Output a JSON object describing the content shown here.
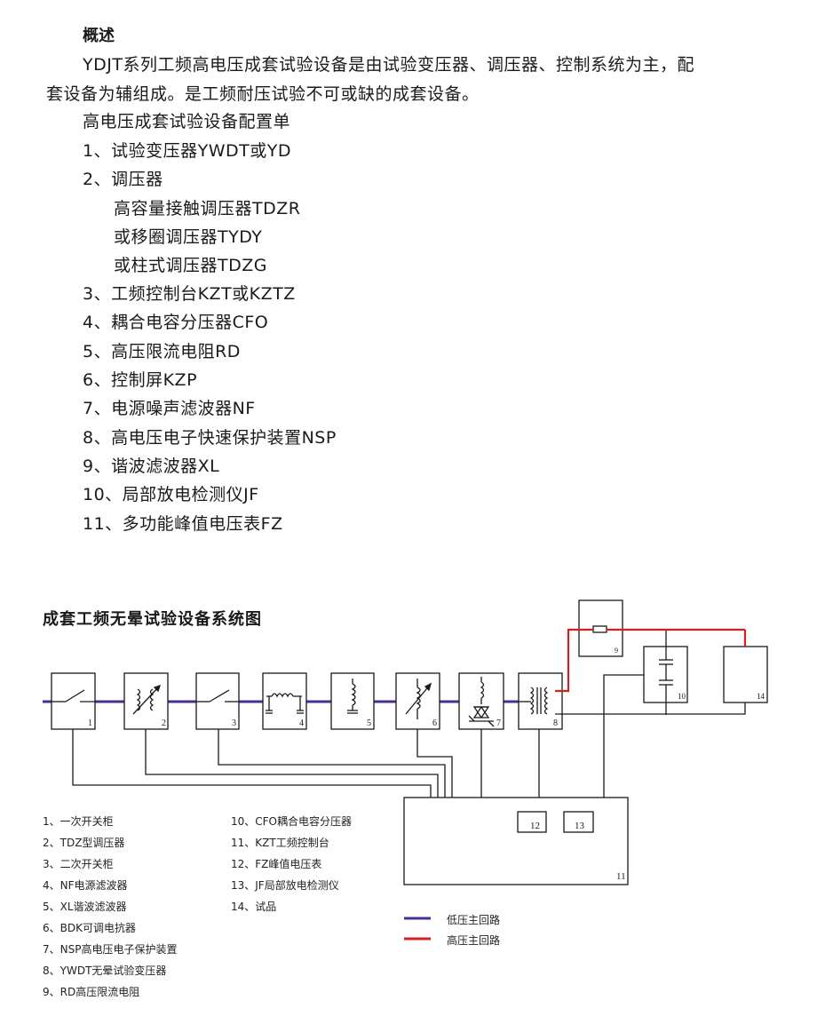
{
  "overview": {
    "heading": "概述",
    "para_line1": "YDJT系列工频高电压成套试验设备是由试验变压器、调压器、控制系统为主，配",
    "para_line2": "套设备为辅组成。是工频耐压试验不可或缺的成套设备。"
  },
  "config": {
    "title": "高电压成套试验设备配置单",
    "items": [
      "1、试验变压器YWDT或YD",
      "2、调压器",
      "高容量接触调压器TDZR",
      "或移圈调压器TYDY",
      "或柱式调压器TDZG",
      "3、工频控制台KZT或KZTZ",
      "4、耦合电容分压器CFO",
      "5、高压限流电阻RD",
      "6、控制屏KZP",
      "7、电源噪声滤波器NF",
      "8、高电压电子快速保护装置NSP",
      "9、谐波滤波器XL",
      "10、局部放电检测仪JF",
      "11、多功能峰值电压表FZ"
    ]
  },
  "diagram": {
    "title": "成套工频无晕试验设备系统图",
    "unit_labels": [
      "1",
      "2",
      "3",
      "4",
      "5",
      "6",
      "7",
      "8",
      "9",
      "10",
      "11",
      "12",
      "13",
      "14"
    ],
    "colors": {
      "low_voltage": "#4b2c8f",
      "high_voltage": "#d62020",
      "wire": "#1a1a1a"
    },
    "legend_left": [
      "1、一次开关柜",
      "2、TDZ型调压器",
      "3、二次开关柜",
      "4、NF电源滤波器",
      "5、XL谐波滤波器",
      "6、BDK可调电抗器",
      "7、NSP高电压电子保护装置",
      "8、YWDT无晕试验变压器",
      "9、RD高压限流电阻"
    ],
    "legend_right": [
      "10、CFO耦合电容分压器",
      "11、KZT工频控制台",
      "12、FZ峰值电压表",
      "13、JF局部放电检测仪",
      "14、试品"
    ],
    "line_legend": [
      {
        "label": "低压主回路",
        "color": "#4b2c8f"
      },
      {
        "label": "高压主回路",
        "color": "#d62020"
      }
    ]
  }
}
